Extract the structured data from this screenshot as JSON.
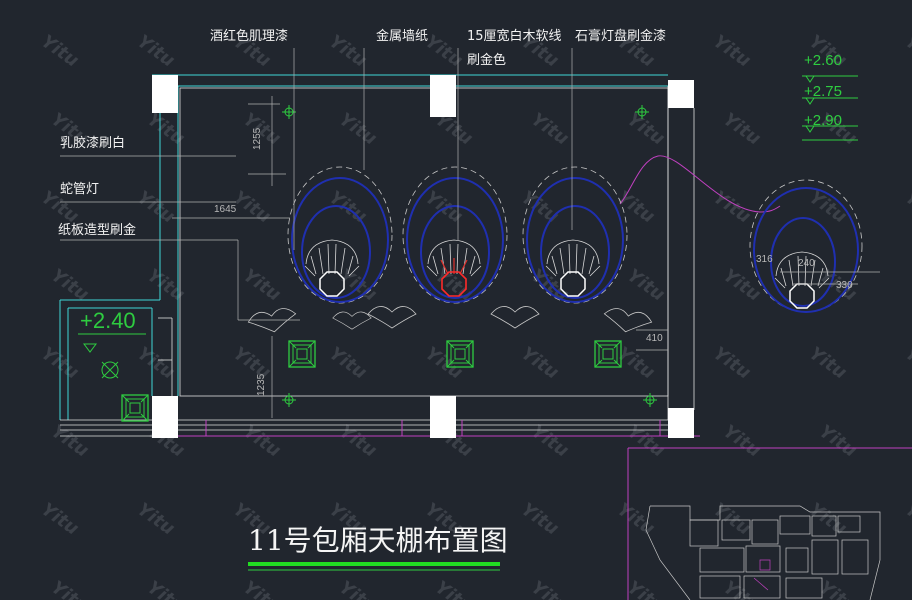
{
  "drawing": {
    "title": "11号包厢天棚布置图",
    "labels": {
      "wine_red_paint": "酒红色肌理漆",
      "metal_wallpaper": "金属墙纸",
      "wood_line_1": "15厘宽白木软线",
      "wood_line_2": "刷金色",
      "gypsum_plate": "石膏灯盘刷金漆",
      "latex_paint": "乳胶漆刷白",
      "hose_light": "蛇管灯",
      "paper_board": "纸板造型刷金"
    },
    "elevations": {
      "e260": "+2.60",
      "e275": "+2.75",
      "e290": "+2.90",
      "e240": "+2.40"
    },
    "dimensions": {
      "d1255": "1255",
      "d1645": "1645",
      "d410": "410",
      "d1235": "1235",
      "d316": "316",
      "d330": "330",
      "d240": "240"
    },
    "watermark": "Yitu",
    "colors": {
      "background": "#21262e",
      "wall_line": "#ffffff",
      "ceiling_blue": "#1f2fb0",
      "cyan_line": "#3fd6d6",
      "magenta_line": "#c040c0",
      "green_symbol": "#2ecc40",
      "title_underline": "#22dd22"
    }
  }
}
